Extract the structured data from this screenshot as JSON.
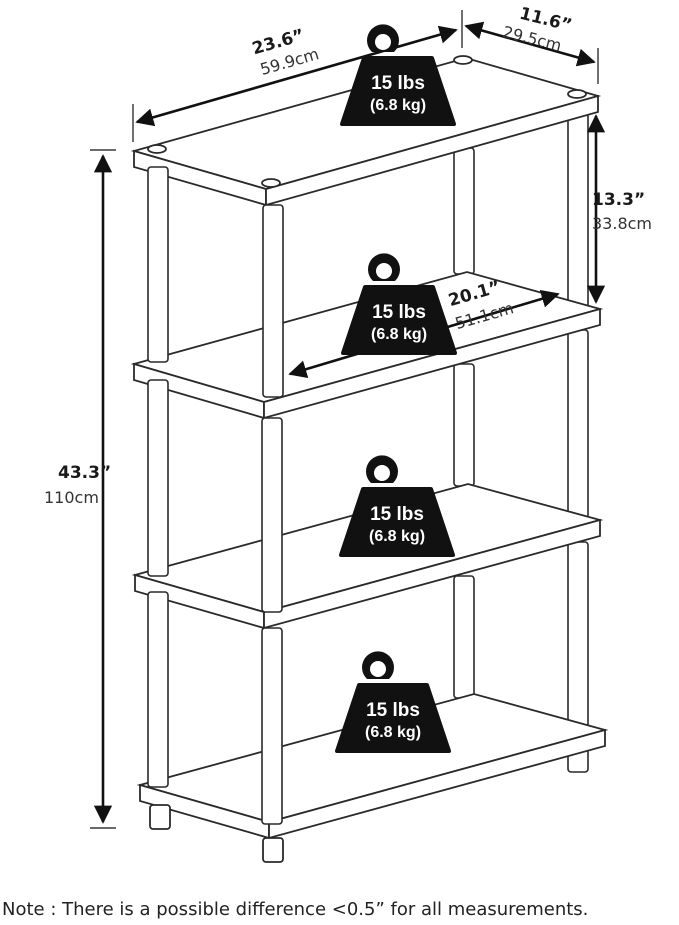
{
  "dimensions": {
    "width": {
      "imperial": "23.6”",
      "metric": "59.9cm"
    },
    "depth": {
      "imperial": "11.6”",
      "metric": "29.5cm"
    },
    "shelf_gap": {
      "imperial": "13.3”",
      "metric": "33.8cm"
    },
    "inner_width": {
      "imperial": "20.1”",
      "metric": "51.1cm"
    },
    "height": {
      "imperial": "43.3”",
      "metric": "110cm"
    }
  },
  "weights": [
    {
      "lbs": "15 lbs",
      "kg": "(6.8 kg)"
    },
    {
      "lbs": "15 lbs",
      "kg": "(6.8 kg)"
    },
    {
      "lbs": "15 lbs",
      "kg": "(6.8 kg)"
    },
    {
      "lbs": "15 lbs",
      "kg": "(6.8 kg)"
    }
  ],
  "note": "Note : There is a possible difference <0.5” for all measurements.",
  "colors": {
    "line": "#2a2a2a",
    "weight_fill": "#111111",
    "background": "#ffffff"
  }
}
